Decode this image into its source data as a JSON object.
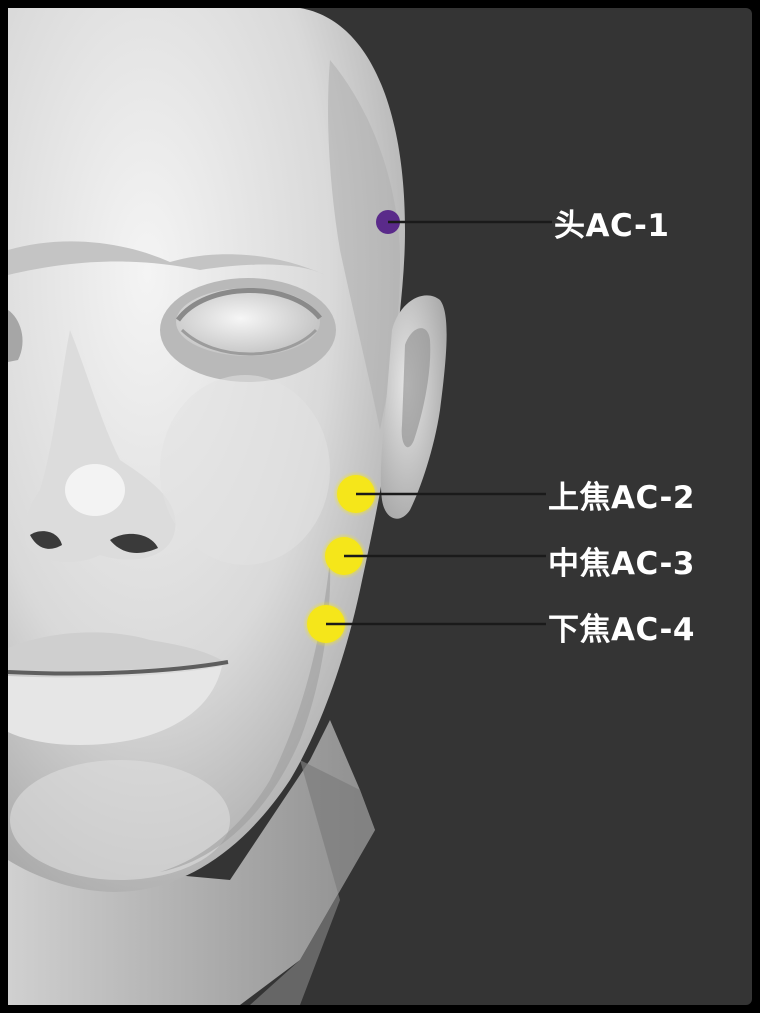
{
  "colors": {
    "background": "#333333",
    "frame": "#000000",
    "point_head": "#5a2a8a",
    "point_jiao": "#f5e61a",
    "leader_line": "#1a1a1a",
    "label_text": "#ffffff"
  },
  "points": [
    {
      "id": "AC-1",
      "label": "头AC-1",
      "color_key": "point_head"
    },
    {
      "id": "AC-2",
      "label": "上焦AC-2",
      "color_key": "point_jiao"
    },
    {
      "id": "AC-3",
      "label": "中焦AC-3",
      "color_key": "point_jiao"
    },
    {
      "id": "AC-4",
      "label": "下焦AC-4",
      "color_key": "point_jiao"
    }
  ]
}
